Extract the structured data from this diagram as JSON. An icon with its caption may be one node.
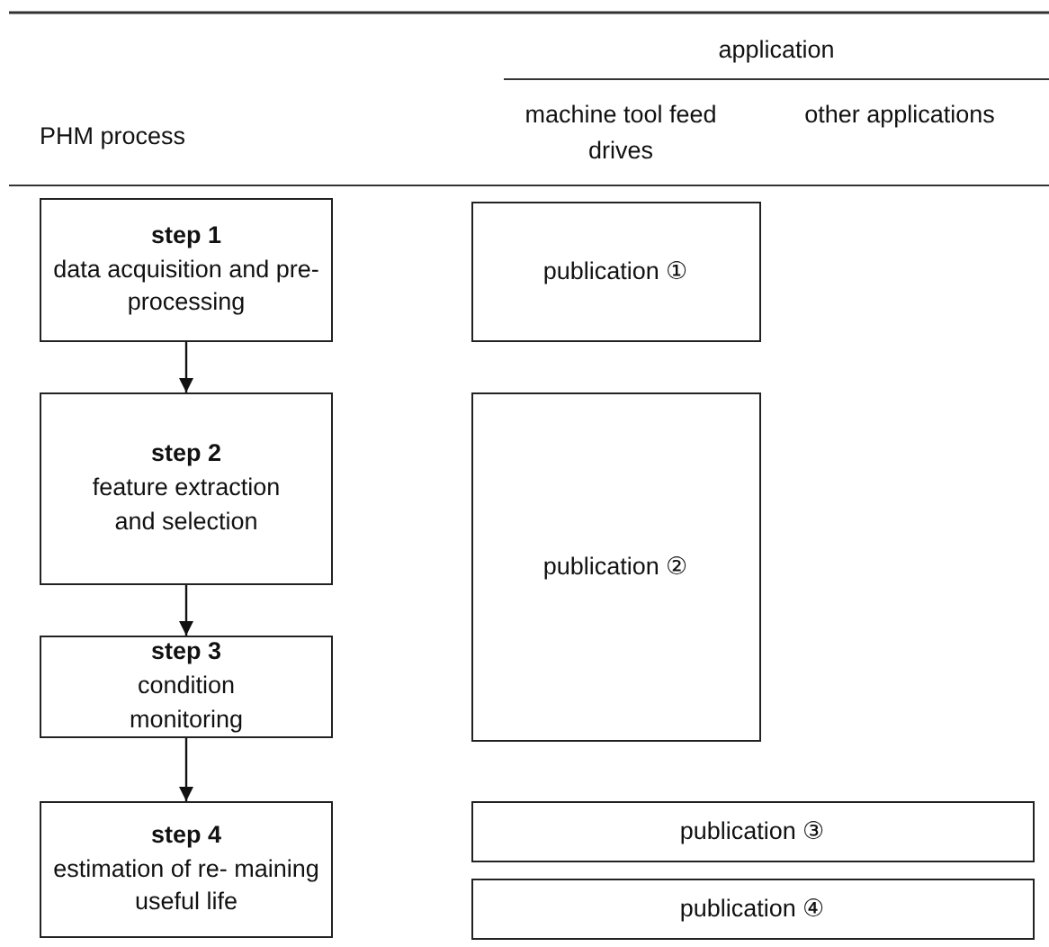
{
  "diagram": {
    "nodes": [
      {
        "text": [
          "step 1",
          "data acquisition and pre-processing"
        ]
      },
      {
        "text": [
          "publication ①"
        ]
      },
      {
        "text": [
          "step 2",
          "feature extraction and selection"
        ]
      },
      {
        "text": [
          "publication ②"
        ]
      },
      {
        "text": [
          "step 3",
          "condition monitoring"
        ]
      },
      {
        "text": [
          "step 4",
          "estimation of re- maining useful life"
        ]
      },
      {
        "text": [
          "publication ③"
        ]
      },
      {
        "text": [
          "publication ④"
        ]
      }
    ],
    "edges": [
      {
        "from": 0,
        "to": 2,
        "arrow": "to"
      },
      {
        "from": 2,
        "to": 4,
        "arrow": "to"
      },
      {
        "from": 4,
        "to": 5,
        "arrow": "to"
      }
    ],
    "labels": [
      "application",
      "machine tool feed drives",
      "other applications",
      "PHM process"
    ]
  }
}
